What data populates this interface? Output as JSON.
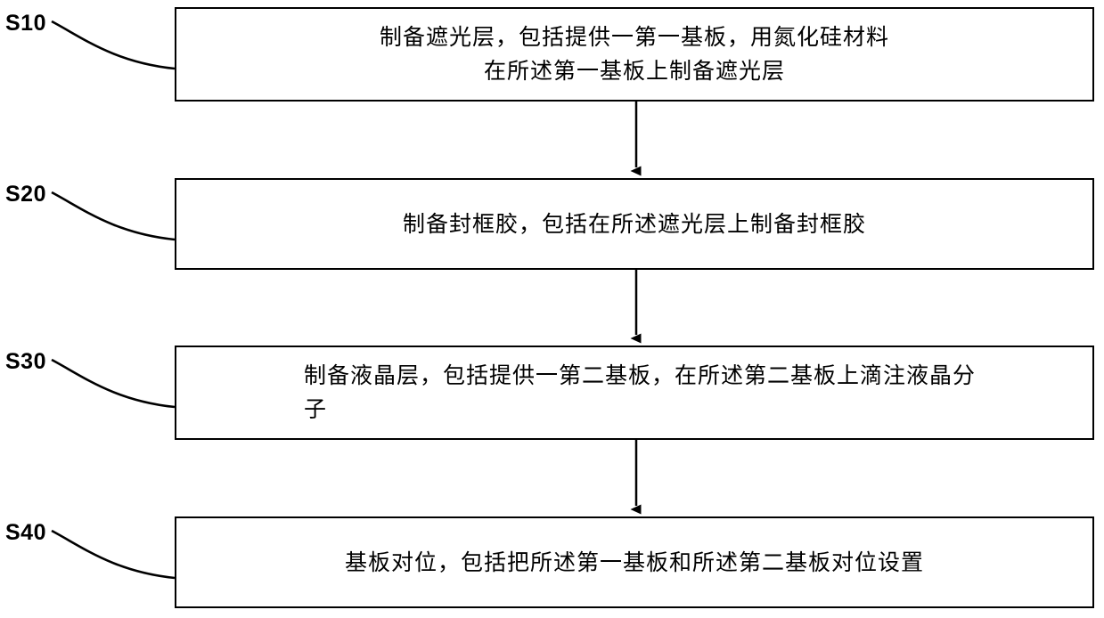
{
  "diagram": {
    "type": "flowchart",
    "title": "",
    "orientation": "vertical",
    "background_color": "#ffffff",
    "line_color": "#000000",
    "text_color": "#000000",
    "steps": [
      {
        "label": "S10",
        "text": "制备遮光层，包括提供一第一基板，用氮化硅材料\n在所述第一基板上制备遮光层"
      },
      {
        "label": "S20",
        "text": "制备封框胶，包括在所述遮光层上制备封框胶"
      },
      {
        "label": "S30",
        "text": "制备液晶层，包括提供一第二基板，在所述第二基板上滴注液晶分\n子"
      },
      {
        "label": "S40",
        "text": "基板对位，包括把所述第一基板和所述第二基板对位设置"
      }
    ],
    "connectors": [
      {
        "from": "S10",
        "to": "S20",
        "style": "arrow-down"
      },
      {
        "from": "S20",
        "to": "S30",
        "style": "arrow-down"
      },
      {
        "from": "S30",
        "to": "S40",
        "style": "arrow-down"
      }
    ],
    "leader_lines": [
      {
        "label": "S10",
        "style": "curved"
      },
      {
        "label": "S20",
        "style": "curved"
      },
      {
        "label": "S30",
        "style": "curved"
      },
      {
        "label": "S40",
        "style": "curved"
      }
    ]
  }
}
